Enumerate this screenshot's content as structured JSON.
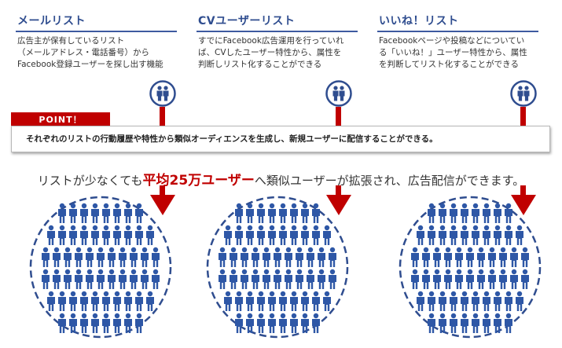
{
  "columns": [
    {
      "title": "メールリスト",
      "desc": [
        "広告主が保有しているリスト",
        "（メールアドレス・電話番号）から",
        "Facebook登録ユーザーを探し出す機能"
      ]
    },
    {
      "title": "CVユーザーリスト",
      "desc": [
        "すでにFacebook広告運用を行っていれ",
        "ば、CVしたユーザー特性から、属性を",
        "判断しリスト化することができる"
      ]
    },
    {
      "title": "いいね！リスト",
      "desc": [
        "Facebookページや投稿などについてい",
        "る「いいね！」ユーザー特性から、属性",
        "を判断してリスト化することができる"
      ]
    }
  ],
  "point": {
    "label": "POINT！",
    "text": "それぞれのリストの行動履歴や特性から類似オーディエンスを生成し、新規ユーザーに配信することができる。"
  },
  "headline": {
    "before": "リストが少なくても",
    "highlight": "平均25万ユーザー",
    "after": "へ類似ユーザーが拡張され、広告配信ができます。"
  },
  "colors": {
    "navy": "#2f4d8f",
    "accent": "#c00000",
    "person": "#2e57a6"
  }
}
